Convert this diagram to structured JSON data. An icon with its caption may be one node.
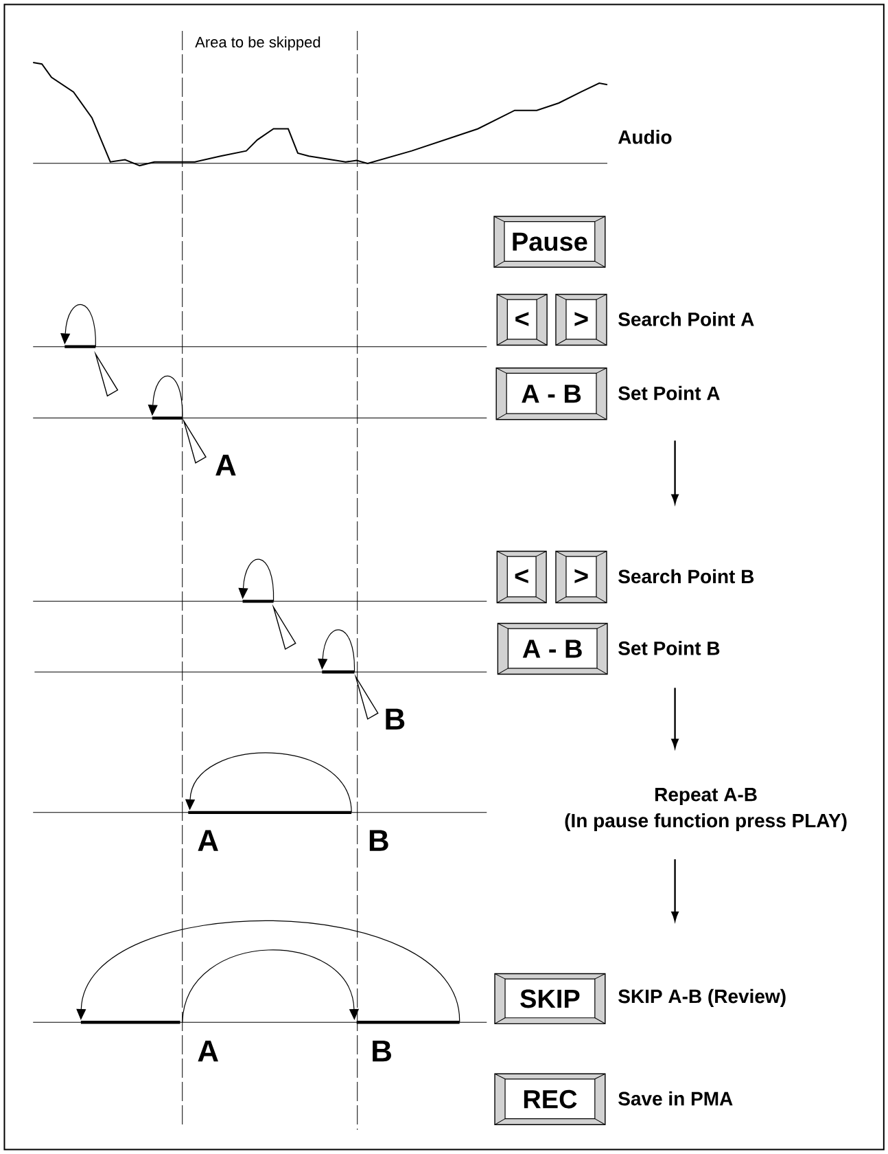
{
  "diagram": {
    "nodes": [
      {
        "text": [
          "Pause"
        ]
      },
      {
        "text": [
          "<"
        ]
      },
      {
        "text": [
          ">"
        ],
        "beside": [
          "Search Point A"
        ]
      },
      {
        "text": [
          "A - B"
        ],
        "beside": [
          "Set Point A"
        ]
      },
      {
        "text": [
          "<"
        ]
      },
      {
        "text": [
          ">"
        ],
        "beside": [
          "Search Point B"
        ]
      },
      {
        "text": [
          "A - B"
        ],
        "beside": [
          "Set Point B"
        ]
      },
      {
        "text": [
          "Repeat A-B",
          "(In pause function press PLAY)"
        ]
      },
      {
        "text": [
          "SKIP"
        ],
        "beside": [
          "SKIP A-B (Review)"
        ]
      },
      {
        "text": [
          "REC"
        ],
        "beside": [
          "Save in PMA"
        ]
      }
    ],
    "edges": [
      {
        "from": 3,
        "to": 5,
        "arrow": "to"
      },
      {
        "from": 6,
        "to": 7,
        "arrow": "to"
      },
      {
        "from": 7,
        "to": 8,
        "arrow": "to"
      }
    ],
    "labels": [
      "Area to be skipped",
      "Audio",
      "A",
      "B",
      "A",
      "B",
      "A",
      "B"
    ]
  }
}
